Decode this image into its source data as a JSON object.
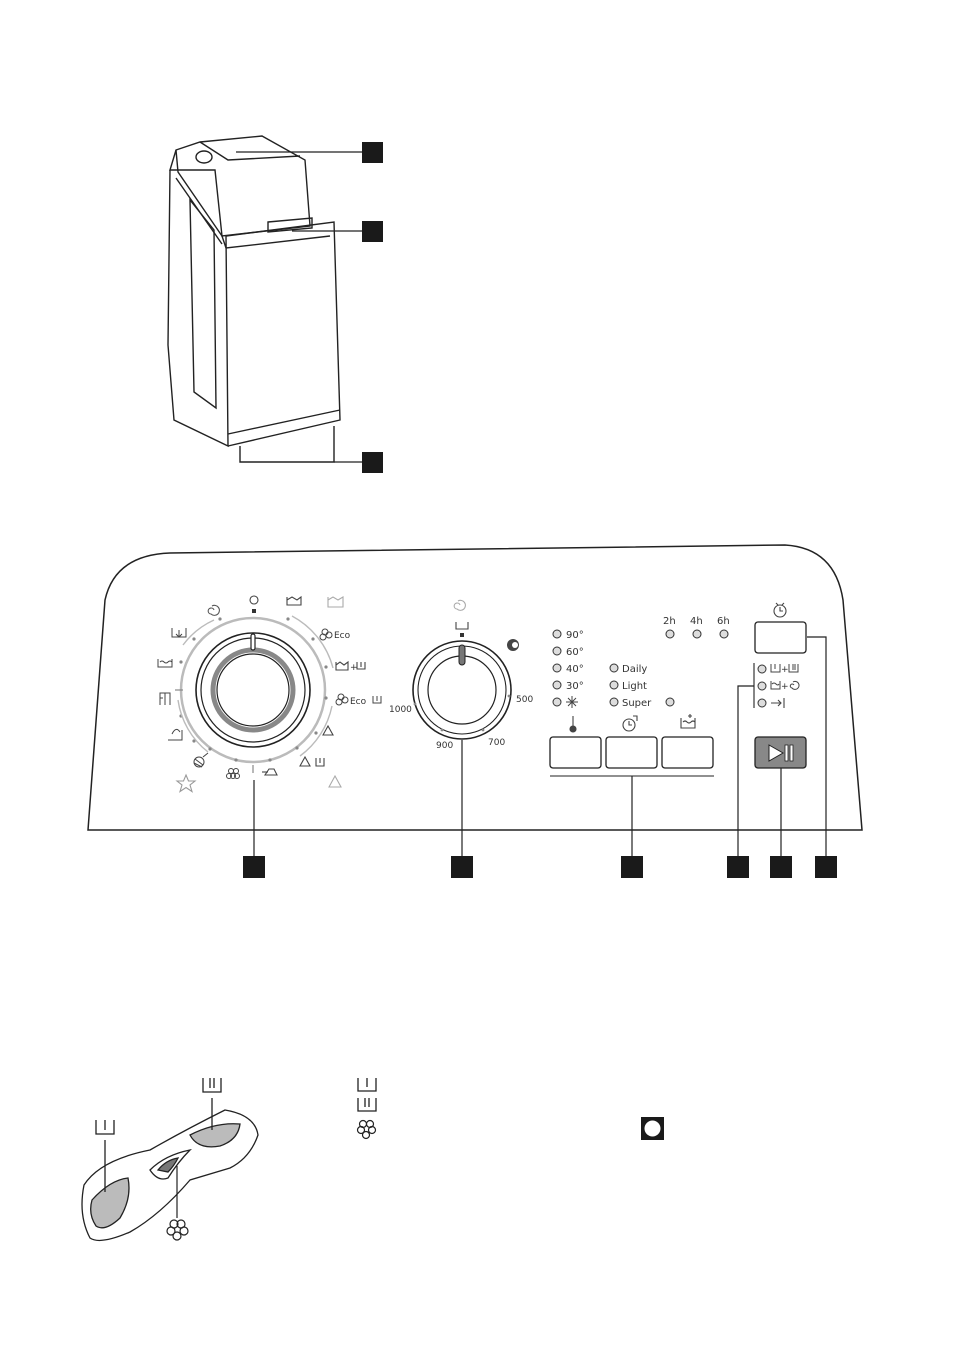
{
  "control_panel": {
    "programme_dial": {
      "icons": [
        "spin-icon",
        "off-icon",
        "cotton-icon",
        "cotton-faded-icon",
        "cotton-eco-icon",
        "cotton-prewash-icon",
        "cotton-eco-prewash-icon",
        "synthetics-icon",
        "synthetics-prewash-icon",
        "synthetics-faded-icon",
        "easy-iron-icon",
        "delicates-icon",
        "wool-icon",
        "handwash-icon",
        "jeans-icon",
        "rinse-icon",
        "drain-icon",
        "favourite-star-icon"
      ],
      "eco_label": "Eco",
      "eco_prewash_label": "Eco"
    },
    "spin_dial": {
      "speeds": [
        "1000",
        "900",
        "700",
        "500"
      ]
    },
    "temperature_leds": [
      "90°",
      "60°",
      "40°",
      "30°"
    ],
    "time_leds": [
      "Daily",
      "Light",
      "Super"
    ],
    "delay_leds": [
      "2h",
      "4h",
      "6h"
    ]
  }
}
